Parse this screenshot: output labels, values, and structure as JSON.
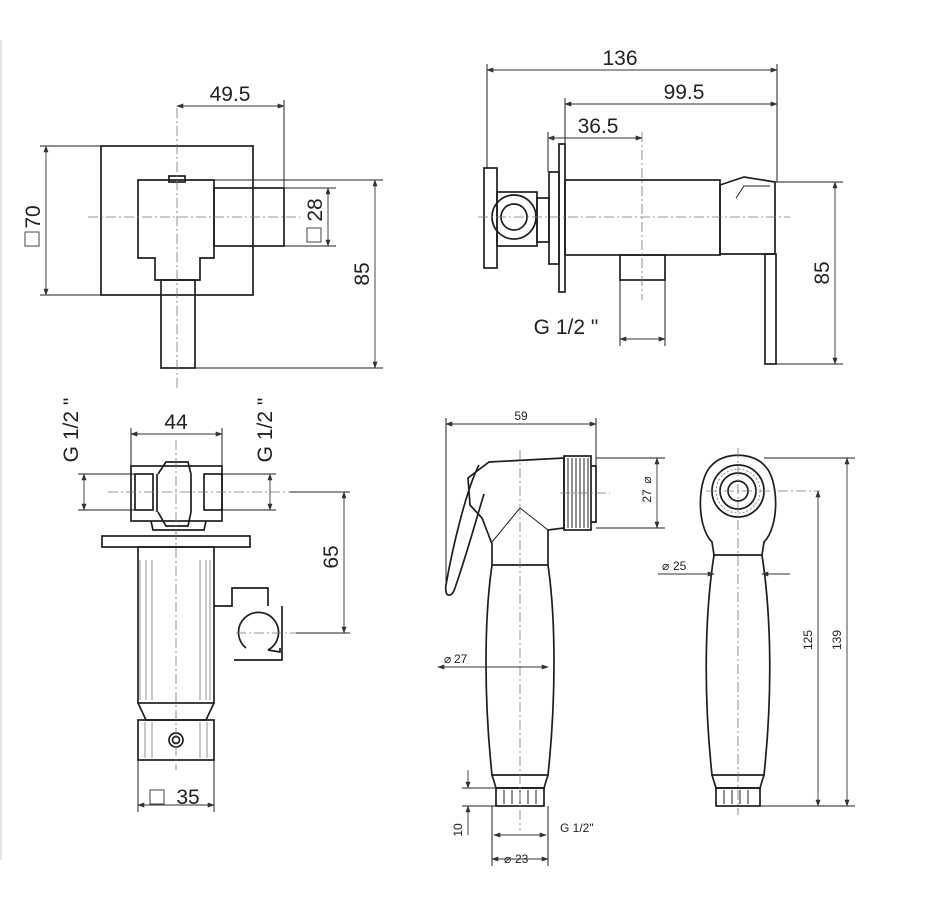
{
  "views": {
    "mixer_front": {
      "width": "49.5",
      "plate_size": "70",
      "outlet_size": "28",
      "height": "85"
    },
    "mixer_side": {
      "overall_length": "136",
      "length_to_lever": "99.5",
      "length_to_outlet": "36.5",
      "height": "85",
      "outlet_thread": "G 1/2 \""
    },
    "valve_body": {
      "width": "44",
      "thread_left": "G 1/2 \"",
      "thread_right": "G 1/2 \"",
      "height_to_holder": "65",
      "base_size": "35"
    },
    "handshower_side": {
      "width": "59",
      "head_diameter": "27",
      "handle_diameter": "27",
      "nut_height": "10",
      "nut_diameter": "23",
      "thread": "G 1/2\""
    },
    "handshower_front": {
      "neck_diameter": "25",
      "length_to_nut": "125",
      "overall_length": "139"
    }
  }
}
